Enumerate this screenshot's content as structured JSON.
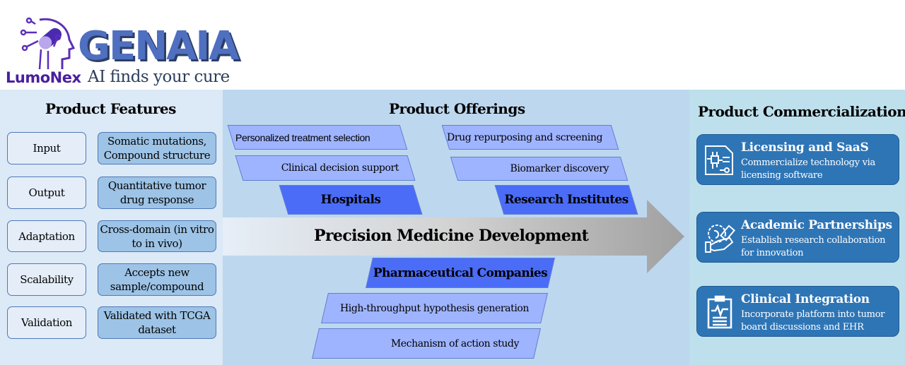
{
  "logo": {
    "brand": "LumoNex",
    "product": "GENAIA",
    "tagline": "AI finds your cure"
  },
  "features": {
    "title": "Product Features",
    "rows": [
      {
        "label": "Input",
        "value": "Somatic mutations, Compound structure"
      },
      {
        "label": "Output",
        "value": "Quantitative tumor drug response"
      },
      {
        "label": "Adaptation",
        "value": "Cross-domain (in vitro to in vivo)"
      },
      {
        "label": "Scalability",
        "value": "Accepts new sample/compound"
      },
      {
        "label": "Validation",
        "value": "Validated with TCGA dataset"
      }
    ]
  },
  "offerings": {
    "title": "Product Offerings",
    "arrow_label": "Precision Medicine Development",
    "hospitals": {
      "label": "Hospitals",
      "items": [
        "Personalized treatment selection",
        "Clinical decision support"
      ]
    },
    "research": {
      "label": "Research Institutes",
      "items": [
        "Drug repurposing and screening",
        "Biomarker discovery"
      ]
    },
    "pharma": {
      "label": "Pharmaceutical Companies",
      "items": [
        "High-throughput hypothesis generation",
        "Mechanism of action study"
      ]
    }
  },
  "commercialization": {
    "title": "Product Commercialization",
    "cards": [
      {
        "title": "Licensing and SaaS",
        "desc": "Commercialize technology via licensing software",
        "icon": "chip-document-icon"
      },
      {
        "title": "Academic Partnerships",
        "desc": "Establish research collaboration for innovation",
        "icon": "handshake-icon"
      },
      {
        "title": "Clinical Integration",
        "desc": "Incorporate platform into tumor board discussions and EHR",
        "icon": "clipboard-heartbeat-icon"
      }
    ]
  },
  "colors": {
    "card": "#2e75b6",
    "dark_para": "#4a6cf7",
    "light_para": "#9fb4ff",
    "feature_value": "#9dc3e6"
  }
}
